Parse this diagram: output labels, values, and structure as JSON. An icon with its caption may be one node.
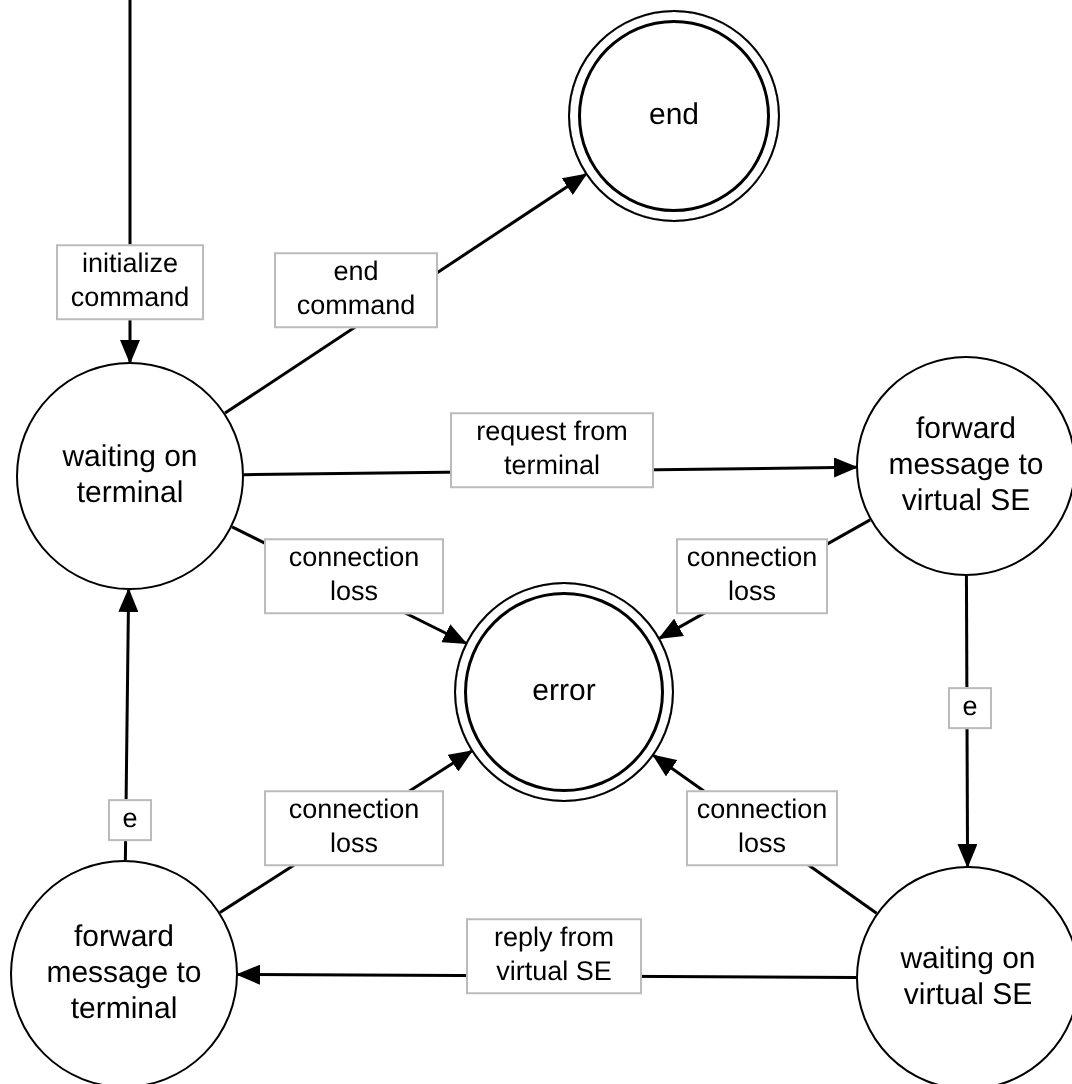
{
  "diagram": {
    "nodes": [
      {
        "text": [
          "end"
        ]
      },
      {
        "text": [
          "waiting on terminal"
        ]
      },
      {
        "text": [
          "forward message to virtual SE"
        ]
      },
      {
        "text": [
          "error"
        ]
      },
      {
        "text": [
          "forward message to terminal"
        ]
      },
      {
        "text": [
          "waiting on virtual SE"
        ]
      }
    ],
    "edges": [
      {
        "from": null,
        "to": 1,
        "arrow": "to",
        "label": "initialize command"
      },
      {
        "from": 1,
        "to": 0,
        "arrow": "to",
        "label": "end command"
      },
      {
        "from": 1,
        "to": 2,
        "arrow": "to",
        "label": "request from terminal"
      },
      {
        "from": 1,
        "to": 3,
        "arrow": "to",
        "label": "connection loss"
      },
      {
        "from": 2,
        "to": 3,
        "arrow": "to",
        "label": "connection loss"
      },
      {
        "from": 2,
        "to": 5,
        "arrow": "to",
        "label": "e"
      },
      {
        "from": 4,
        "to": 3,
        "arrow": "to",
        "label": "connection loss"
      },
      {
        "from": 5,
        "to": 3,
        "arrow": "to",
        "label": "connection loss"
      },
      {
        "from": 5,
        "to": 4,
        "arrow": "to",
        "label": "reply from virtual SE"
      },
      {
        "from": 4,
        "to": 1,
        "arrow": "to",
        "label": "e"
      }
    ]
  }
}
